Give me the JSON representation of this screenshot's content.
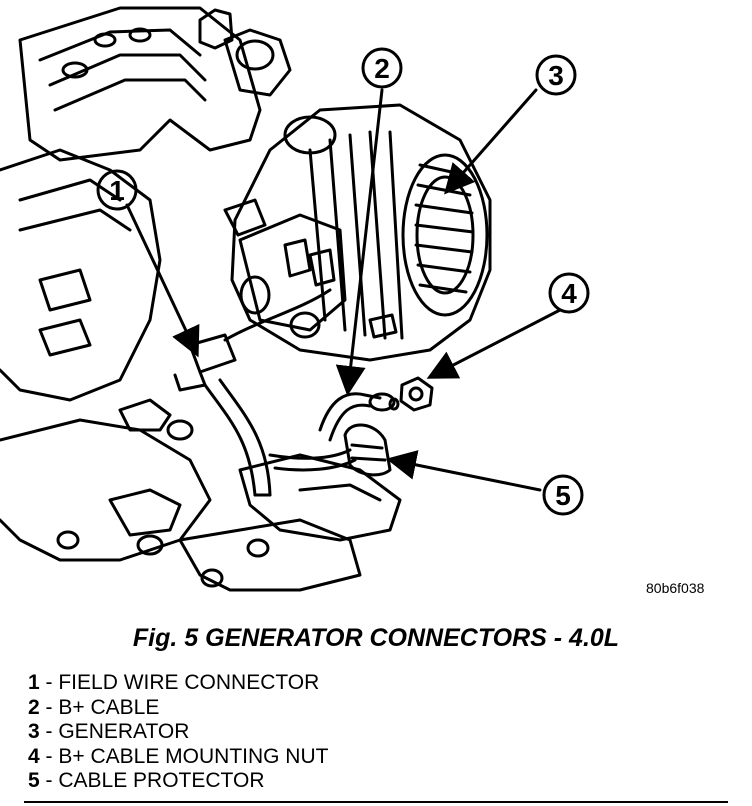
{
  "figure": {
    "reference_code": "80b6f038",
    "caption": "Fig. 5 GENERATOR CONNECTORS - 4.0L"
  },
  "callouts": [
    "1",
    "2",
    "3",
    "4",
    "5"
  ],
  "legend": [
    {
      "num": "1",
      "text": " - FIELD WIRE CONNECTOR"
    },
    {
      "num": "2",
      "text": " - B+ CABLE"
    },
    {
      "num": "3",
      "text": " - GENERATOR"
    },
    {
      "num": "4",
      "text": " - B+ CABLE MOUNTING NUT"
    },
    {
      "num": "5",
      "text": " - CABLE PROTECTOR"
    }
  ]
}
